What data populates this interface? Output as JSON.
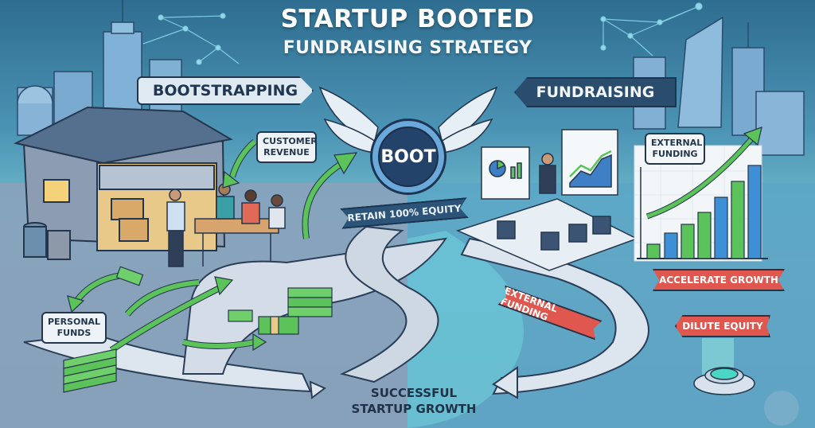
{
  "header": {
    "title": "STARTUP BOOTED",
    "subtitle": "FUNDRAISING STRATEGY"
  },
  "left_path": {
    "banner": "BOOTSTRAPPING",
    "labels": {
      "customer_revenue": "CUSTOMER REVENUE",
      "personal_funds": "PERSONAL FUNDS"
    },
    "scene": "garage-team-working"
  },
  "center": {
    "badge_text": "BOOT",
    "ribbon": "RETAIN 100% EQUITY"
  },
  "right_path": {
    "banner": "FUNDRAISING",
    "labels": {
      "external_funding_note": "EXTERNAL FUNDING",
      "accelerate_growth": "ACCELERATE GROWTH",
      "dilute_equity": "DILUTE EQUITY",
      "external_funding_ribbon": "EXTERNAL FUNDING"
    },
    "scene": "investor-pitch-meeting"
  },
  "footer": {
    "line1": "SUCCESSFUL",
    "line2": "STARTUP GROWTH"
  },
  "colors": {
    "accent_green": "#5cc25a",
    "accent_red": "#e0574f",
    "navy": "#24436a",
    "sky": "#4b93b4"
  }
}
